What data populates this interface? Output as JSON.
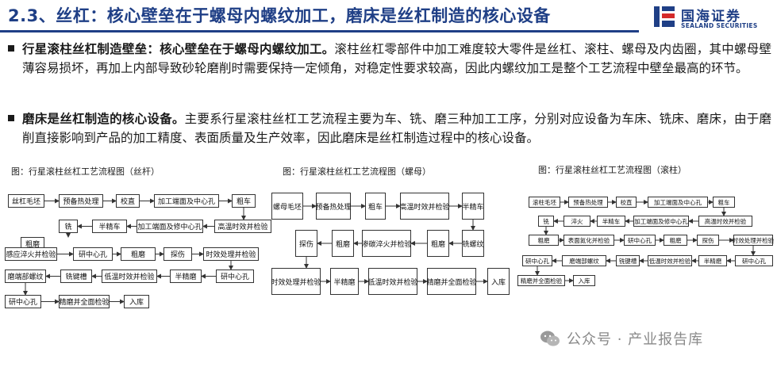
{
  "header": {
    "title": "2.3、丝杠：核心壁垒在于螺母内螺纹加工，磨床是丝杠制造的核心设备",
    "logo_cn": "国海证券",
    "logo_en": "SEALAND SECURITIES",
    "accent": "#1f3f86"
  },
  "bullets": [
    {
      "bold": "行星滚柱丝杠制造壁垒：核心壁垒在于螺母内螺纹加工。",
      "text": "滚柱丝杠零部件中加工难度较大零件是丝杠、滚柱、螺母及内齿圈，其中螺母壁薄容易损坏，再加上内部导致砂轮磨削时需要保持一定倾角，对稳定性要求较高，因此内螺纹加工是整个工艺流程中壁垒最高的环节。"
    },
    {
      "bold": "磨床是丝杠制造的核心设备。",
      "text": "主要系行星滚柱丝杠工艺流程主要为车、铣、磨三种加工工序，分别对应设备为车床、铣床、磨床，由于磨削直接影响到产品的加工精度、表面质量及生产效率，因此磨床是丝杠制造过程中的核心设备。"
    }
  ],
  "figures": [
    {
      "caption": "图：行星滚柱丝杠工艺流程图（丝杆）",
      "steps": [
        "丝杠毛坯",
        "预备热处理",
        "校直",
        "加工端面及中心孔",
        "粗车",
        "半精车",
        "加工端面及修中心孔",
        "高温时效并检验",
        "铣",
        "粗磨",
        "感应淬火并检验",
        "研中心孔",
        "粗磨",
        "探伤",
        "时效处理并检验",
        "半精磨",
        "研中心孔",
        "磨端部螺纹",
        "铣键槽",
        "低温时效并检验",
        "研中心孔",
        "精磨并全面检验",
        "入库"
      ]
    },
    {
      "caption": "图：行星滚柱丝杠工艺流程图（螺母）",
      "steps": [
        "螺母毛坯",
        "预备热处理",
        "粗车",
        "高温时效并检验",
        "半精车",
        "铣螺纹",
        "粗磨",
        "渗碳淬火并检验",
        "粗磨",
        "探伤",
        "时效处理并检验",
        "半精磨",
        "低温时效并检验",
        "精磨并全面检验",
        "入库"
      ]
    },
    {
      "caption": "图：行星滚柱丝杠工艺流程图（滚柱）",
      "steps": [
        "滚柱毛坯",
        "预备热处理",
        "校直",
        "加工端面及中心孔",
        "粗车",
        "铣",
        "淬火",
        "半精车",
        "加工端面及修中心孔",
        "高温时效并检验",
        "粗磨",
        "表面氮化并检验",
        "研中心孔",
        "粗磨",
        "探伤",
        "时效处理并检验",
        "研中心孔",
        "磨端部螺纹",
        "铣键槽",
        "低温时效并检验",
        "半精磨",
        "研中心孔",
        "精磨并全面检验",
        "入库"
      ]
    }
  ],
  "watermark": "公众号 · 产业报告库"
}
